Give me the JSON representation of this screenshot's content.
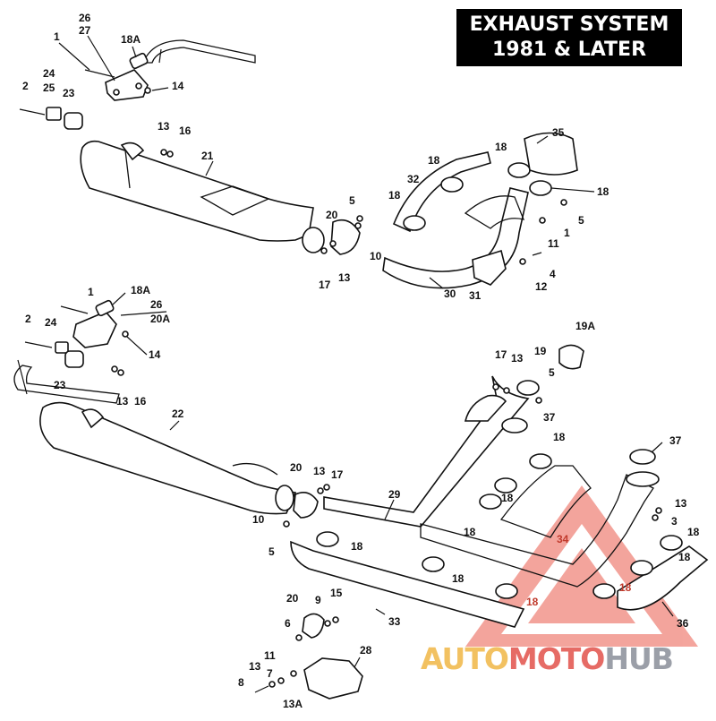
{
  "title": {
    "line1": "EXHAUST SYSTEM",
    "line2": "1981 & LATER"
  },
  "labels": {
    "p1a": "1",
    "p26a": "26",
    "p27": "27",
    "p18Aa": "18A",
    "p2a": "2",
    "p24a": "24",
    "p25": "25",
    "p23a": "23",
    "p14a": "14",
    "p13a": "13",
    "p16a": "16",
    "p21": "21",
    "p35": "35",
    "p18_u1": "18",
    "p18_u2": "18",
    "p32": "32",
    "p18_u3": "18",
    "p18_u4": "18",
    "p5a": "5",
    "p20a": "20",
    "p10a": "10",
    "p17a": "17",
    "p13b": "13",
    "p5b": "5",
    "p1b": "1",
    "p11a": "11",
    "p4": "4",
    "p12": "12",
    "p30": "30",
    "p31": "31",
    "p1c": "1",
    "p18Ab": "18A",
    "p26b": "26",
    "p20Aa": "20A",
    "p2b": "2",
    "p24b": "24",
    "p14b": "14",
    "p23b": "23",
    "p13c": "13",
    "p16b": "16",
    "p22": "22",
    "p19A": "19A",
    "p17b": "17",
    "p13d": "13",
    "p19": "19",
    "p5c": "5",
    "p37a": "37",
    "p18_l1": "18",
    "p37b": "37",
    "p20b": "20",
    "p13e": "13",
    "p17c": "17",
    "p10b": "10",
    "p5d": "5",
    "p29": "29",
    "p18_l2": "18",
    "p18_l3": "18",
    "p34": "34",
    "p13f": "13",
    "p3": "3",
    "p18_l4": "18",
    "p18_l5": "18",
    "p18_l6": "18",
    "p18_l7": "18",
    "p18_l8": "18",
    "p18_l9": "18",
    "p33": "33",
    "p20c": "20",
    "p9": "9",
    "p15": "15",
    "p6": "6",
    "p36": "36",
    "p11b": "11",
    "p28": "28",
    "p13g": "13",
    "p8": "8",
    "p7": "7",
    "p13A": "13A"
  },
  "watermark": {
    "part1": "AUTO",
    "part2": "MOTO",
    "part3": "HUB",
    "color1": "#f0b23a",
    "color2": "#e0473f",
    "color3": "#8a8f99"
  }
}
